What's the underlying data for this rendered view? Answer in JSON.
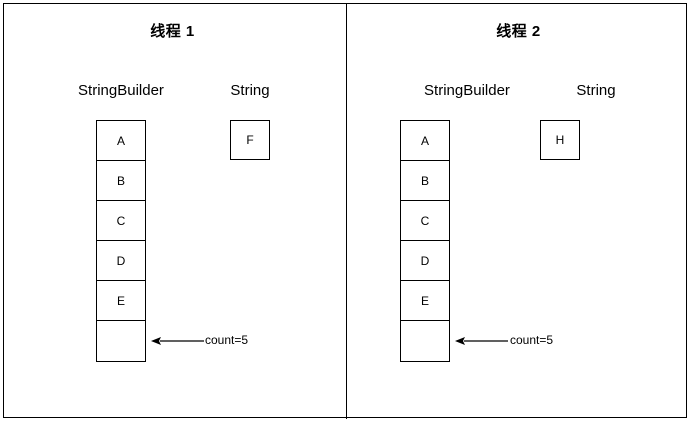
{
  "diagram": {
    "title_bold": true,
    "background_color": "#ffffff",
    "line_color": "#000000",
    "panels": [
      {
        "id": "thread-1",
        "title": "线程 1",
        "columns": {
          "stringbuilder_label": "StringBuilder",
          "string_label": "String"
        },
        "stringbuilder_cells": [
          "A",
          "B",
          "C",
          "D",
          "E",
          ""
        ],
        "string_value": "F",
        "count_label": "count=5"
      },
      {
        "id": "thread-2",
        "title": "线程 2",
        "columns": {
          "stringbuilder_label": "StringBuilder",
          "string_label": "String"
        },
        "stringbuilder_cells": [
          "A",
          "B",
          "C",
          "D",
          "E",
          ""
        ],
        "string_value": "H",
        "count_label": "count=5"
      }
    ]
  }
}
